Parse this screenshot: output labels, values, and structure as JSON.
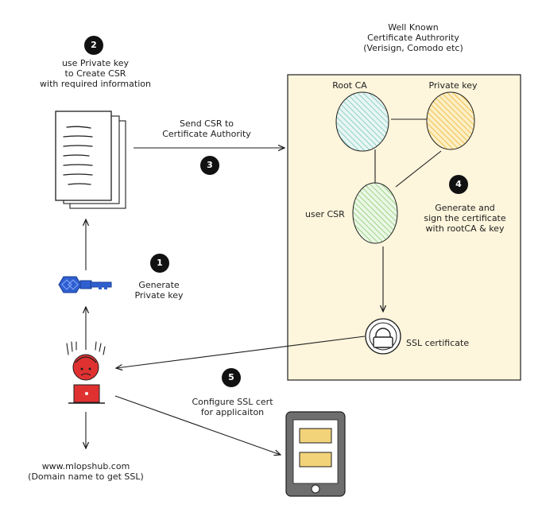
{
  "step2": {
    "badge": "2",
    "line1": "use Private key",
    "line2": "to Create CSR",
    "line3": "with required information"
  },
  "step3": {
    "badge": "3",
    "line1": "Send CSR to",
    "line2": "Certificate Authority"
  },
  "ca_header": {
    "line1": "Well Known",
    "line2": "Certificate Authrority",
    "line3": "(Verisign, Comodo etc)"
  },
  "ca_box": {
    "root_ca": "Root CA",
    "private_key": "Private key",
    "user_csr": "user CSR",
    "ssl_certificate": "SSL certificate"
  },
  "step4": {
    "badge": "4",
    "line1": "Generate and",
    "line2": "sign the certificate",
    "line3": "with rootCA & key"
  },
  "step1": {
    "badge": "1",
    "line1": "Generate",
    "line2": "Private key"
  },
  "step5": {
    "badge": "5",
    "line1": "Configure SSL cert",
    "line2": "for applicaiton"
  },
  "domain": {
    "line1": "www.mlopshub.com",
    "line2": "(Domain name to get SSL)"
  },
  "colors": {
    "ca_box_fill": "#fdf5dc",
    "root_ca_hatch": "#8fd1c6",
    "private_key_hatch": "#f0c14b",
    "user_csr_hatch": "#9ed48a",
    "key_blue": "#2f5fd0",
    "user_red": "#e03131",
    "card_yellow": "#f2d37a",
    "stroke": "#1e1e1e"
  },
  "icons": [
    "document-stack-icon",
    "key-icon",
    "person-laptop-icon",
    "certificate-seal-icon",
    "tablet-icon"
  ]
}
